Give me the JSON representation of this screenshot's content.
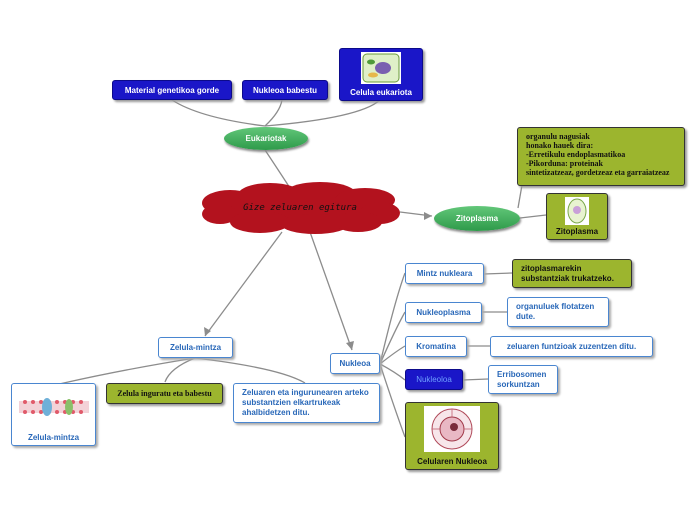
{
  "central": {
    "title": "Gize zeluaren egitura"
  },
  "top": {
    "eukariotak": "Eukariotak",
    "material": "Material genetikoa gorde",
    "nukleoa_babestu": "Nukleoa babestu",
    "celula_eukariota": "Celula eukariota"
  },
  "zitoplasma": {
    "label": "Zitoplasma",
    "note_lines": [
      "organulu nagusiak",
      "honako hauek dira:",
      "-Erretikulu endoplasmatikoa",
      "-Pikorduna: proteinak",
      "sintetizatzeaz, gordetzeaz eta garraiatzeaz"
    ],
    "image_caption": "Zitoplasma"
  },
  "mintza": {
    "label": "Zelula-mintza",
    "image_caption": "Zelula-mintza",
    "note1": "Zelula inguratu eta babestu",
    "note2": "Zeluaren eta ingurunearen arteko substantzien elkartrukeak ahalbidetzen ditu."
  },
  "nukleoa": {
    "label": "Nukleoa",
    "items": [
      {
        "label": "Mintz nukleara",
        "note": "zitoplasmarekin substantziak trukatzeko."
      },
      {
        "label": "Nukleoplasma",
        "note": "organuluek flotatzen dute."
      },
      {
        "label": "Kromatina",
        "note": "zeluaren funtzioak zuzentzen ditu."
      },
      {
        "label": "Nukleoloa",
        "note": "Erribosomen sorkuntzan"
      }
    ],
    "image_caption": "Celularen Nukleoa"
  },
  "colors": {
    "cloud": "#b3121e",
    "pill": "#3aa657",
    "olive": "#9cb52e",
    "dark_blue": "#1a16c8",
    "line": "#8a8a8a"
  }
}
